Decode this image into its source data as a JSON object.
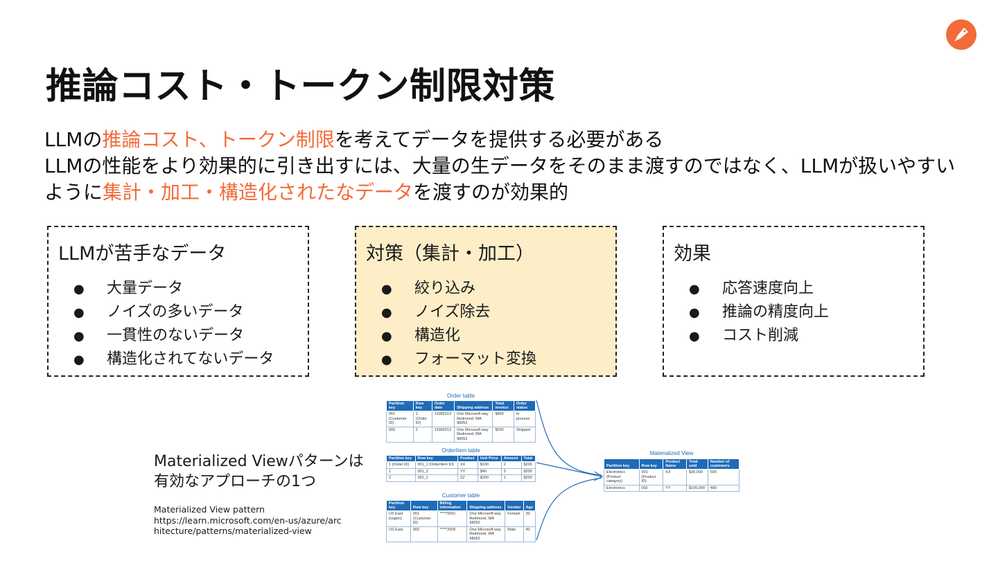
{
  "title": "推論コスト・トークン制限対策",
  "lead": {
    "line1": [
      {
        "text": "LLMの",
        "hl": false
      },
      {
        "text": "推論コスト、トークン制限",
        "hl": true
      },
      {
        "text": "を考えてデータを提供する必要がある",
        "hl": false
      }
    ],
    "line2": [
      {
        "text": "LLMの性能をより効果的に引き出すには、大量の生データをそのまま渡すのではなく、LLMが扱いやすいように",
        "hl": false
      },
      {
        "text": "集計・加工・構造化されたなデータ",
        "hl": true
      },
      {
        "text": "を渡すのが効果的",
        "hl": false
      }
    ]
  },
  "boxes": [
    {
      "head": "LLMが苦手なデータ",
      "items": [
        "大量データ",
        "ノイズの多いデータ",
        "一貫性のないデータ",
        "構造化されてないデータ"
      ]
    },
    {
      "head": "対策（集計・加工）",
      "items": [
        "絞り込み",
        "ノイズ除去",
        "構造化",
        "フォーマット変換"
      ]
    },
    {
      "head": "効果",
      "items": [
        "応答速度向上",
        "推論の精度向上",
        "コスト削減"
      ]
    }
  ],
  "bullet": "●",
  "mv": {
    "title_line1": "Materialized Viewパターンは",
    "title_line2": "有効なアプローチの1つ",
    "ref_line1": "Materialized View pattern",
    "ref_line2": "https://learn.microsoft.com/en-us/azure/arc",
    "ref_line3": "hitecture/patterns/materialized-view"
  },
  "tables": {
    "order": {
      "caption": "Order table",
      "headers": [
        "Partition key",
        "Row key",
        "Order date",
        "Shipping address",
        "Total invoice",
        "Order status"
      ],
      "rows": [
        [
          "001 (Customer ID)",
          "1 (Order ID)",
          "11082013",
          "One Microsoft way Redmond, WA 98052",
          "$400",
          "In process"
        ],
        [
          "005",
          "2",
          "11082013",
          "One Microsoft way Redmond, WA 98052",
          "$200",
          "Shipped"
        ]
      ]
    },
    "orderitem": {
      "caption": "OrderItem table",
      "headers": [
        "Partition key",
        "Row key",
        "Product",
        "Unit Price",
        "Amount",
        "Total"
      ],
      "rows": [
        [
          "1 (Order ID)",
          "001_1 (OrderItem ID)",
          "XX",
          "$100",
          "2",
          "$200"
        ],
        [
          "1",
          "001_2",
          "YY",
          "$40",
          "5",
          "$200"
        ],
        [
          "2",
          "002_1",
          "ZZ",
          "$200",
          "1",
          "$200"
        ]
      ]
    },
    "customer": {
      "caption": "Customer table",
      "headers": [
        "Partition key",
        "Row key",
        "Billing information",
        "Shipping address",
        "Gender",
        "Age"
      ],
      "rows": [
        [
          "US East (region)",
          "001 (Customer ID)",
          "*****0001",
          "One Microsoft way Redmond, WA 98052",
          "Female",
          "30"
        ],
        [
          "US East",
          "002",
          "*****2006",
          "One Microsoft way Redmond, WA 98052",
          "Male",
          "40"
        ]
      ]
    },
    "mview": {
      "caption": "Materialized View",
      "headers": [
        "Partition key",
        "Row key",
        "Product Name",
        "Total sold",
        "Number of customers"
      ],
      "rows": [
        [
          "Electronics (Product category)",
          "001 (Product ID)",
          "XX",
          "$30,000",
          "500"
        ],
        [
          "Electronics",
          "002",
          "YY",
          "$100,000",
          "400"
        ]
      ]
    }
  },
  "colors": {
    "accent": "#f26b3a",
    "table_header": "#1e6bb8",
    "mid_box_bg": "#fdeec8"
  },
  "logo_icon": "postman-rocket-icon"
}
